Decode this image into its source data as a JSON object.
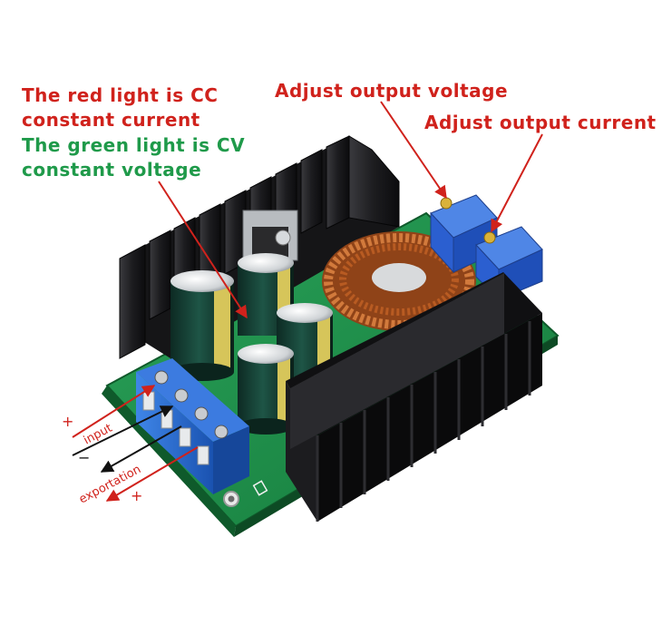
{
  "annotations": {
    "red_light_line1": "The red light is CC",
    "red_light_line2": "constant current",
    "green_light_line1": "The green light is CV",
    "green_light_line2": "constant voltage",
    "adjust_voltage": "Adjust output voltage",
    "adjust_current": "Adjust output current"
  },
  "terminals": {
    "input_label": "input",
    "output_label": "exportation",
    "plus": "+",
    "minus": "−",
    "minus2": "−",
    "plus2": "+"
  },
  "colors": {
    "red_text": "#d0221c",
    "green_text": "#1f9a4a",
    "pcb": "#1e8b4a",
    "heatsink": "#1a1a1c",
    "terminal_block": "#1f5fbf",
    "potentiometer": "#2b5fd0",
    "copper_coil": "#c0632a",
    "capacitor": "#14382e"
  }
}
